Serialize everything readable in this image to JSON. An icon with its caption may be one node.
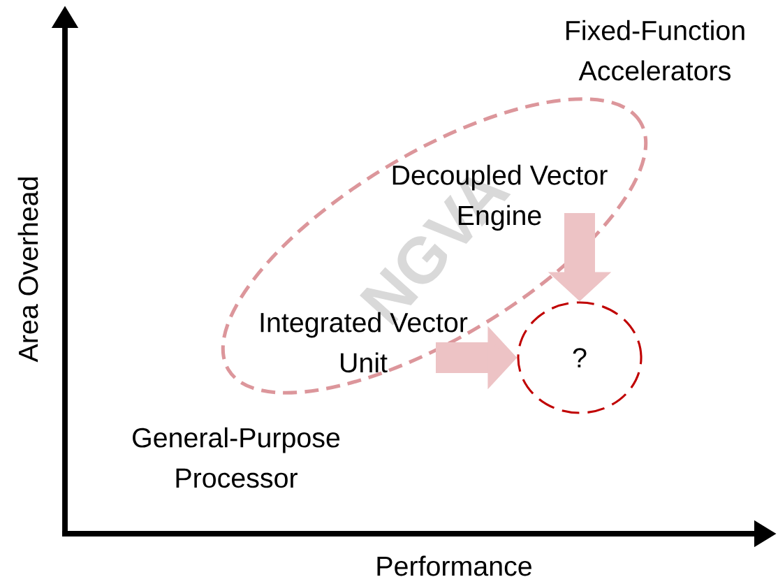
{
  "diagram": {
    "nodes": [
      {
        "text": [
          "NGVA"
        ]
      },
      {
        "text": [
          "Fixed-Function Accelerators"
        ]
      },
      {
        "text": [
          "Decoupled Vector Engine"
        ],
        "in": 0
      },
      {
        "text": [
          "Integrated Vector Unit"
        ],
        "in": 0
      },
      {
        "text": [
          "?"
        ]
      },
      {
        "text": [
          "General-Purpose Processor"
        ]
      }
    ],
    "edges": [
      {
        "from": 2,
        "to": 4,
        "arrow": "to"
      },
      {
        "from": 3,
        "to": 4,
        "arrow": "to"
      }
    ],
    "labels": [
      "Area Overhead",
      "Performance"
    ]
  }
}
